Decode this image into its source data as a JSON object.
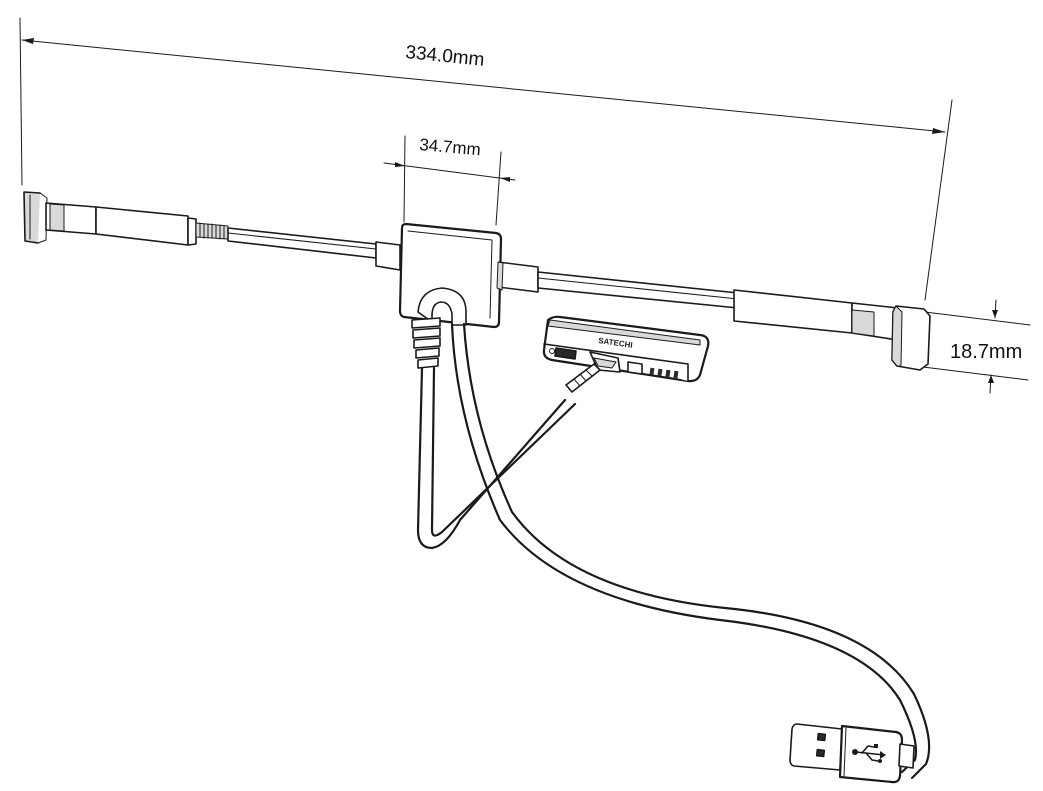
{
  "dimensions": {
    "overall_length": "334.0mm",
    "hub_width": "34.7mm",
    "end_cap_height": "18.7mm"
  },
  "device": {
    "brand_text": "SATECHI"
  },
  "colors": {
    "line": "#1a1a1a",
    "fill_light": "#d9d9d9",
    "fill_mid": "#bdbdbd",
    "background": "#ffffff"
  },
  "icons": {
    "usb_symbol": "usb-trident-icon"
  }
}
